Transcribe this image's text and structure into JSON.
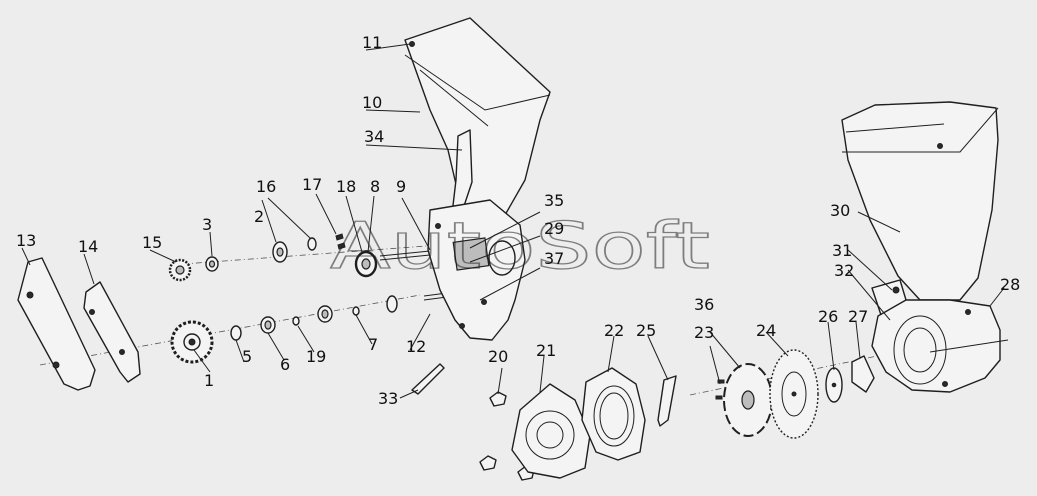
{
  "watermark": {
    "text": "AutoSoft"
  },
  "callouts": {
    "c1": "1",
    "c2": "2",
    "c3": "3",
    "c5": "5",
    "c6": "6",
    "c7": "7",
    "c8": "8",
    "c9": "9",
    "c10": "10",
    "c11": "11",
    "c12": "12",
    "c13": "13",
    "c14": "14",
    "c15": "15",
    "c16": "16",
    "c17": "17",
    "c18": "18",
    "c19": "19",
    "c20": "20",
    "c21": "21",
    "c22": "22",
    "c23": "23",
    "c24": "24",
    "c25": "25",
    "c26": "26",
    "c27": "27",
    "c28": "28",
    "c29": "29",
    "c30": "30",
    "c31": "31",
    "c32": "32",
    "c33": "33",
    "c34": "34",
    "c35": "35",
    "c36": "36",
    "c37": "37"
  }
}
